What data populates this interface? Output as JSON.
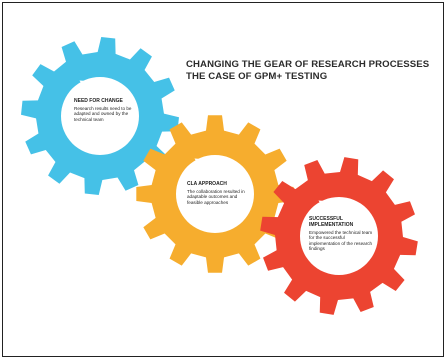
{
  "title": {
    "line1": "CHANGING THE GEAR OF RESEARCH PROCESSES",
    "line2": "THE CASE OF GPM+ TESTING"
  },
  "gears": [
    {
      "color": "#45c1e7",
      "icon": "gear-icon",
      "heading": "NEED FOR CHANGE",
      "body": "Research results need to be adapted and owned by the technical team"
    },
    {
      "color": "#f6ad2e",
      "icon": "gear-icon",
      "heading": "CLA APPROACH",
      "body": "The collaboration resulted in adaptable outcomes and feasible approaches"
    },
    {
      "color": "#ec4431",
      "icon": "gear-icon",
      "heading": "SUCCESSFUL IMPLEMENTATION",
      "body": "Empowered the technical team for the successful implementation of the research findings"
    }
  ],
  "colors": {
    "frame": "#222222",
    "title": "#2b2b2b",
    "arrow": "#ffffff"
  }
}
